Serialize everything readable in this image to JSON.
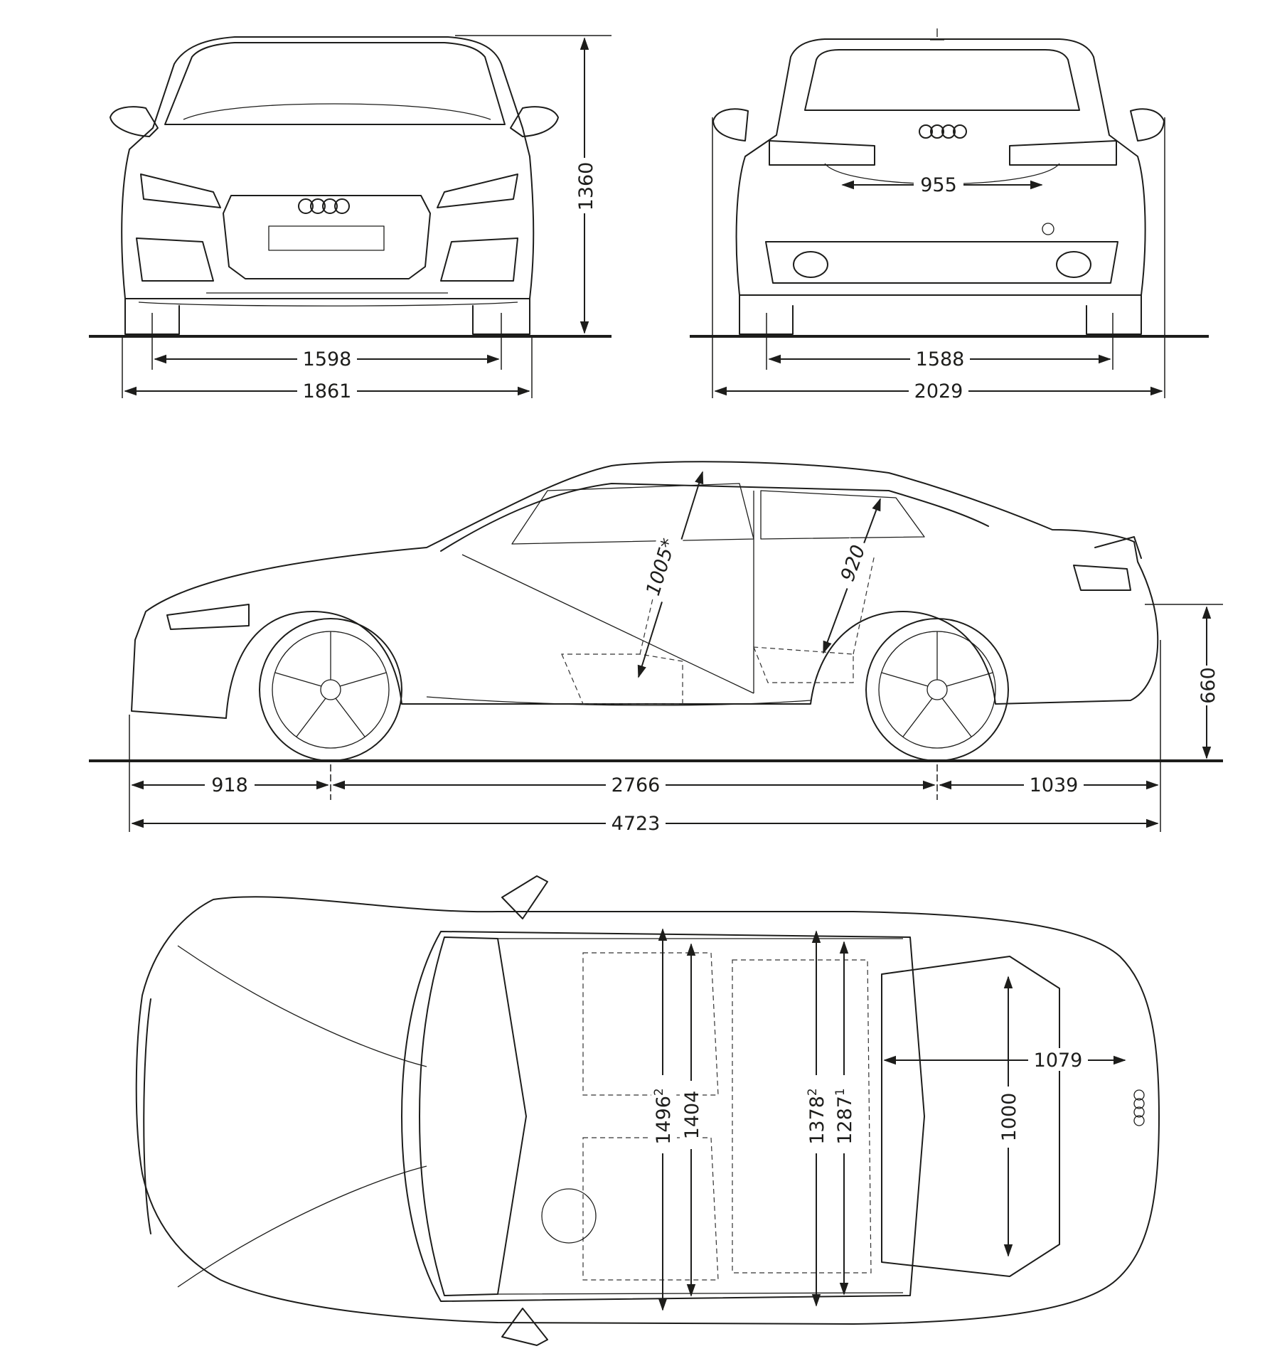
{
  "dimensions": {
    "front_height": "1360",
    "front_track": "1598",
    "front_width": "1861",
    "rear_trunk_opening": "955",
    "rear_track": "1588",
    "width_with_mirrors": "2029",
    "front_headroom": "1005*",
    "rear_headroom": "920",
    "loading_sill": "660",
    "front_overhang": "918",
    "wheelbase": "2766",
    "rear_overhang": "1039",
    "overall_length": "4723",
    "front_elbow_width": "1496",
    "front_elbow_width_sup": "2",
    "front_shoulder_width": "1404",
    "rear_elbow_width": "1378",
    "rear_elbow_width_sup": "2",
    "rear_shoulder_width": "1287",
    "rear_shoulder_width_sup": "1",
    "trunk_width": "1079",
    "trunk_length": "1000"
  }
}
